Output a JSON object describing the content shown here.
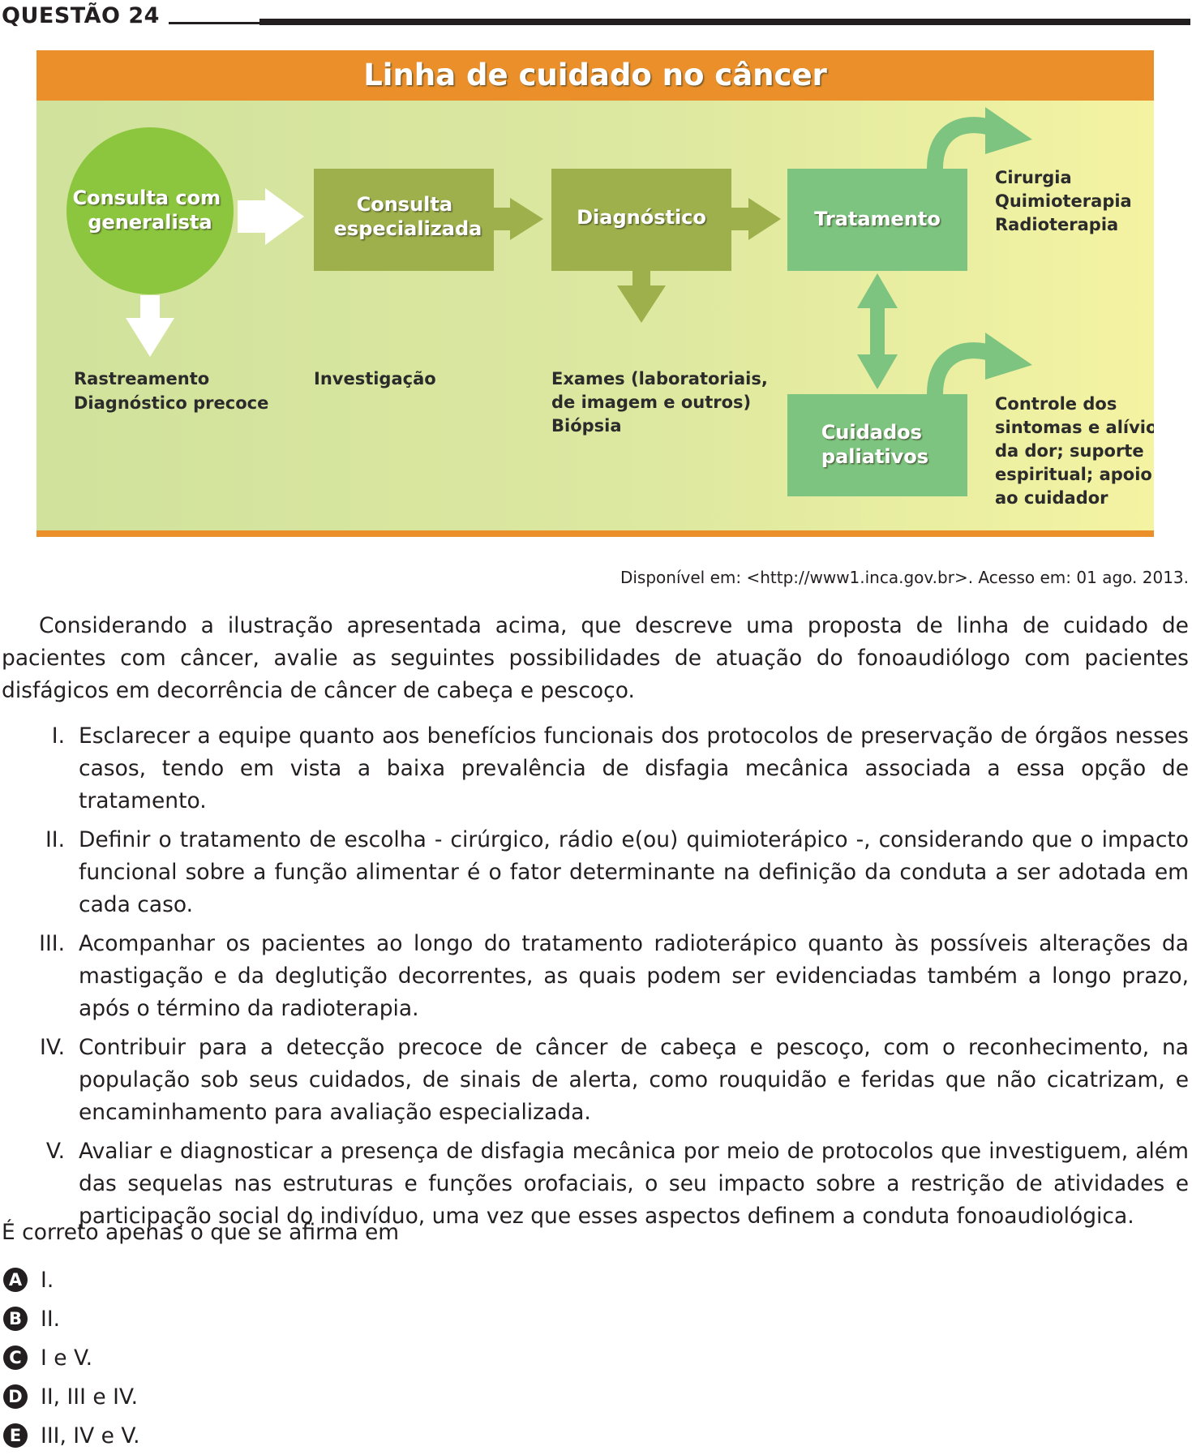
{
  "header": {
    "title": "QUESTÃO 24"
  },
  "figure": {
    "title": "Linha de cuidado no câncer",
    "colors": {
      "banner": "#ea8f2a",
      "circle": "#8cc63f",
      "olive_box": "#9db04c",
      "green_box": "#7cc47f",
      "bg_left": "#d3e49e",
      "bg_right": "#f4f2a0"
    },
    "nodes": {
      "generalista": [
        "Consulta com",
        "generalista"
      ],
      "especializada": [
        "Consulta",
        "especializada"
      ],
      "diagnostico": "Diagnóstico",
      "tratamento": "Tratamento",
      "paliativos": [
        "Cuidados",
        "paliativos"
      ]
    },
    "notes": {
      "rastreamento": [
        "Rastreamento",
        "Diagnóstico precoce"
      ],
      "investigacao": [
        "Investigação"
      ],
      "exames": [
        "Exames (laboratoriais,",
        "de imagem e outros)",
        "Biópsia"
      ],
      "tratamentos": [
        "Cirurgia",
        "Quimioterapia",
        "Radioterapia"
      ],
      "paliativo_desc": [
        "Controle dos",
        "sintomas e alívio",
        "da dor; suporte",
        "espiritual; apoio",
        "ao cuidador"
      ]
    }
  },
  "source": "Disponível em: <http://www1.inca.gov.br>. Acesso em: 01 ago. 2013.",
  "intro": "Considerando a ilustração apresentada acima, que descreve uma proposta de linha de cuidado de pacientes com câncer, avalie as seguintes possibilidades de atuação do fonoaudiólogo com pacientes disfágicos em decorrência de câncer de cabeça e pescoço.",
  "items": [
    {
      "num": "I.",
      "text": "Esclarecer a equipe quanto aos benefícios funcionais dos protocolos de preservação de órgãos nesses casos, tendo em vista a baixa prevalência de disfagia mecânica associada a essa opção de tratamento."
    },
    {
      "num": "II.",
      "text": "Definir o tratamento de escolha - cirúrgico, rádio e(ou) quimioterápico -, considerando que o impacto funcional sobre a função alimentar é o fator determinante na definição da conduta a ser adotada em cada caso."
    },
    {
      "num": "III.",
      "text": "Acompanhar os pacientes ao longo do tratamento radioterápico quanto às possíveis alterações da mastigação e da deglutição decorrentes, as quais podem ser evidenciadas também a longo prazo, após o término da radioterapia."
    },
    {
      "num": "IV.",
      "text": "Contribuir para a detecção precoce de câncer de cabeça e pescoço, com o reconhecimento, na população sob seus cuidados, de sinais de alerta, como rouquidão e feridas que não cicatrizam, e encaminhamento para avaliação especializada."
    },
    {
      "num": "V.",
      "text": "Avaliar e diagnosticar a presença de disfagia mecânica por meio de protocolos que investiguem, além das sequelas nas estruturas e funções orofaciais, o seu impacto sobre a restrição de atividades e participação social do indivíduo, uma vez que esses aspectos definem a conduta fonoaudiológica."
    }
  ],
  "stem": "É correto apenas o que se afirma em",
  "options": [
    {
      "letter": "A",
      "text": "I."
    },
    {
      "letter": "B",
      "text": "II."
    },
    {
      "letter": "C",
      "text": "I e V."
    },
    {
      "letter": "D",
      "text": "II, III e IV."
    },
    {
      "letter": "E",
      "text": "III, IV e V."
    }
  ]
}
